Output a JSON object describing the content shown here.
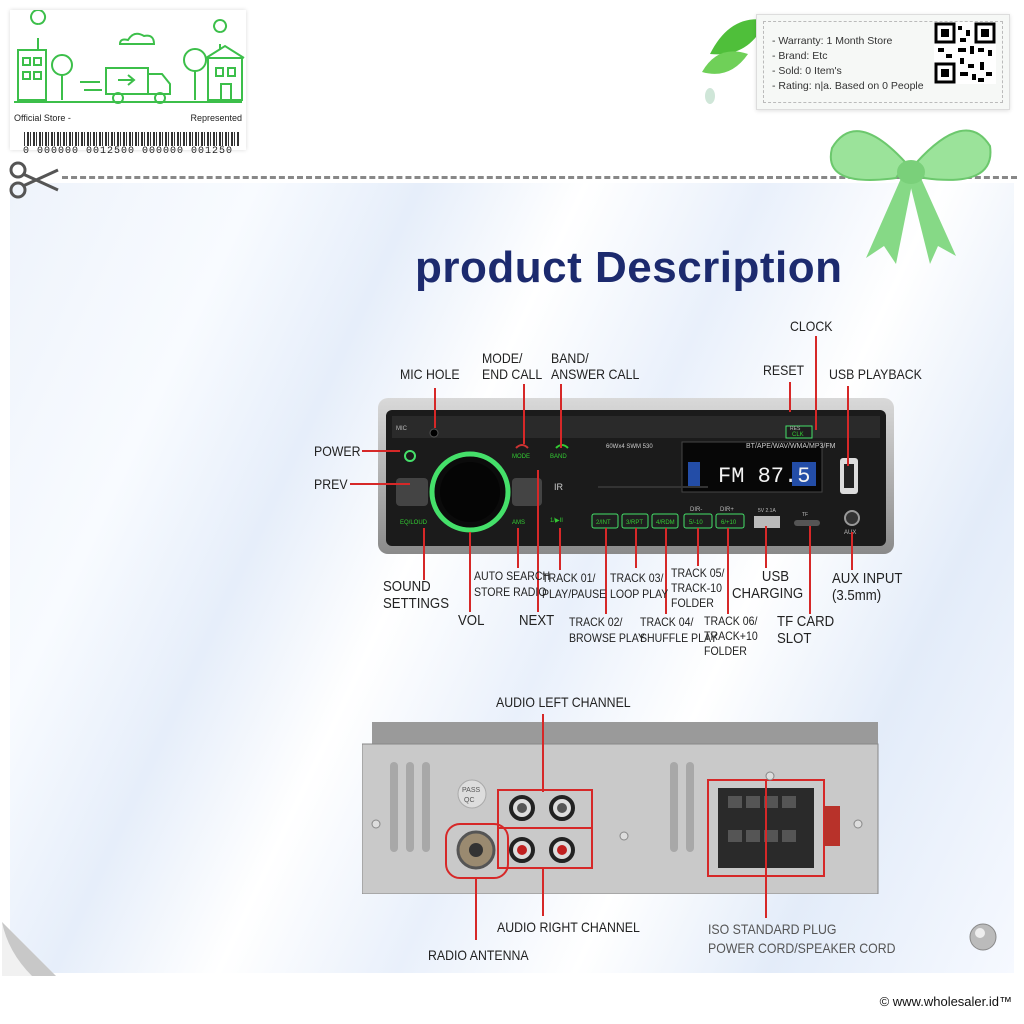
{
  "store_card": {
    "left_label": "Official Store -",
    "right_label": "Represented",
    "barcode_number": "0 000000 0012500 000000 001250"
  },
  "info": {
    "lines": [
      "- Warranty: 1 Month Store",
      "- Brand: Etc",
      "- Sold: 0 Item's",
      "- Rating: n|a. Based on 0 People"
    ]
  },
  "title": "product Description",
  "front_labels": {
    "clock": "CLOCK",
    "reset": "RESET",
    "usb_playback": "USB PLAYBACK",
    "mic_hole": "MIC HOLE",
    "mode": [
      "MODE/",
      "END CALL"
    ],
    "band": [
      "BAND/",
      "ANSWER CALL"
    ],
    "power": "POWER",
    "prev": "PREV",
    "sound": [
      "SOUND",
      "SETTINGS"
    ],
    "vol": "VOL",
    "next": "NEXT",
    "auto_search": [
      "AUTO SEARCH",
      "STORE RADIO"
    ],
    "track01": [
      "TRACK 01/",
      "PLAY/PAUSE"
    ],
    "track02": [
      "TRACK 02/",
      "BROWSE PLAY"
    ],
    "track03": [
      "TRACK 03/",
      "LOOP PLAY"
    ],
    "track04": [
      "TRACK 04/",
      "SHUFFLE PLAY"
    ],
    "track05": [
      "TRACK 05/",
      "TRACK-10",
      "FOLDER"
    ],
    "track06": [
      "TRACK 06/",
      "TRACK+10",
      "FOLDER"
    ],
    "usb_charging": [
      "USB",
      "CHARGING"
    ],
    "tf_card": [
      "TF CARD",
      "SLOT"
    ],
    "aux": [
      "AUX INPUT",
      "(3.5mm)"
    ]
  },
  "device_front": {
    "display": "FM  87.5",
    "top_text": "BT/APE/WAV/WMA/MP3/FM",
    "model": "60Wx4   SWM 530",
    "buttons": [
      "2/INT",
      "3/RPT",
      "4/RDM",
      "5/-10",
      "6/+10"
    ],
    "small": {
      "mic": "MIC",
      "mode": "MODE",
      "band": "BAND",
      "eq": "EQ/LOUD",
      "ams": "AMS",
      "b1": "1/▶II",
      "res": "RES",
      "clk": "CLK",
      "dir_minus": "DIR-",
      "dir_plus": "DIR+",
      "usb": "5V 2.1A",
      "tf": "TF",
      "aux": "AUX",
      "ir": "IR"
    }
  },
  "back_labels": {
    "audio_left": "AUDIO LEFT CHANNEL",
    "audio_right": "AUDIO RIGHT CHANNEL",
    "radio_antenna": "RADIO ANTENNA",
    "iso": [
      "ISO STANDARD PLUG",
      "POWER CORD/SPEAKER CORD"
    ],
    "pass": "PASS",
    "qc": "QC"
  },
  "copyright": "© www.wholesaler.id™"
}
